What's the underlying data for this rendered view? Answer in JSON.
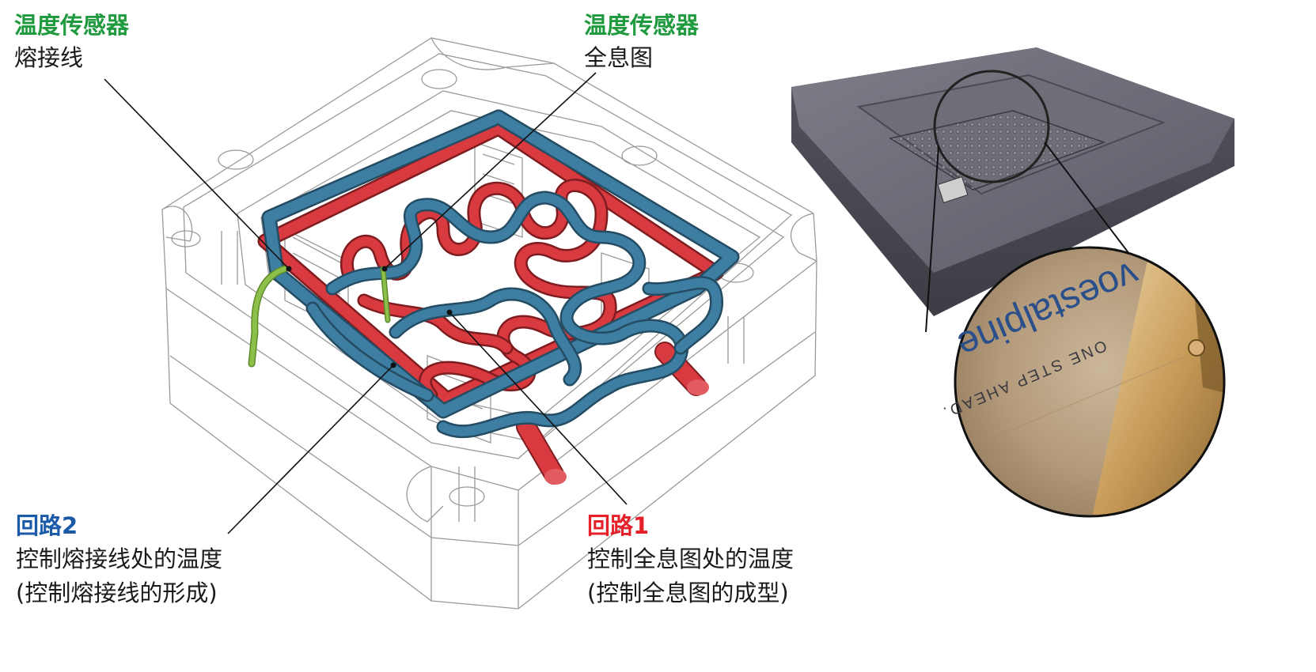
{
  "labels": {
    "sensor_left_title": "温度传感器",
    "sensor_left_sub": "熔接线",
    "sensor_right_title": "温度传感器",
    "sensor_right_sub": "全息图",
    "circuit2_title": "回路2",
    "circuit2_line1": "控制熔接线处的温度",
    "circuit2_line2": "(控制熔接线的形成)",
    "circuit1_title": "回路1",
    "circuit1_line1": "控制全息图处的温度",
    "circuit1_line2": "(控制全息图的成型)"
  },
  "part_photo": {
    "brand_text": "voestalpine",
    "tagline_text": "ONE STEP AHEAD."
  },
  "colors": {
    "sensor_green": "#1f9a3e",
    "circuit2_blue": "#1a5aa8",
    "circuit1_red": "#e4202a",
    "pipe_red": "#d93a40",
    "pipe_blue": "#3f7ea3",
    "sensor_tube": "#8cc04a"
  }
}
